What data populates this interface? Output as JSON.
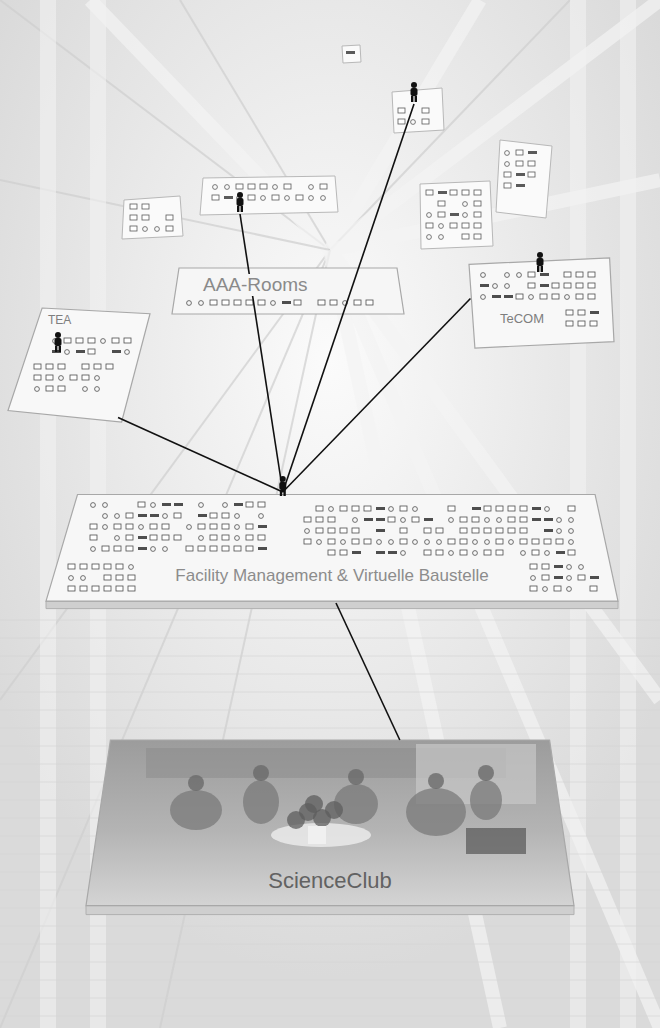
{
  "diagram": {
    "nodes": [
      {
        "text": [
          "AAA-Rooms"
        ]
      },
      {
        "text": [
          "TeCOM"
        ]
      },
      {
        "text": [
          "TEA"
        ]
      },
      {
        "text": [
          "Facility Management & Virtuelle Baustelle"
        ]
      },
      {
        "text": [
          "ScienceClub"
        ]
      }
    ],
    "edges": [
      {
        "from": 3,
        "to": 2,
        "arrow": "none"
      },
      {
        "from": 3,
        "to": 1,
        "arrow": "none"
      },
      {
        "from": 3,
        "to": 4,
        "arrow": "none"
      }
    ]
  }
}
